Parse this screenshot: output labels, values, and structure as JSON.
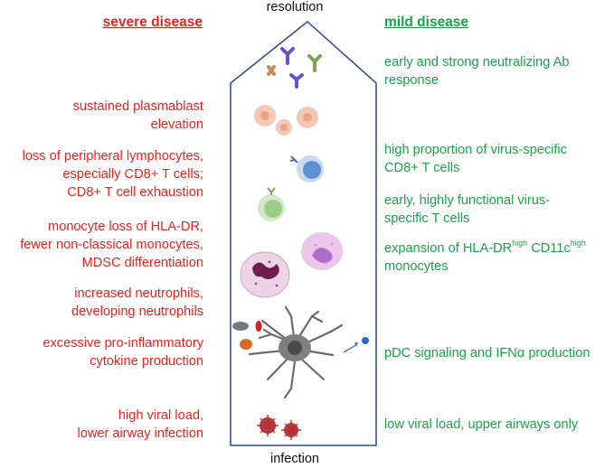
{
  "axis": {
    "top": "resolution",
    "bottom": "infection"
  },
  "left_column": {
    "header": "severe disease",
    "items": [
      {
        "lines": [
          "sustained plasmablast",
          "elevation"
        ]
      },
      {
        "lines": [
          "loss of peripheral lymphocytes,",
          "especially CD8+ T cells;",
          "CD8+ T cell exhaustion"
        ]
      },
      {
        "lines": [
          "monocyte loss of HLA-DR,",
          "fewer non-classical monocytes,",
          "MDSC differentiation"
        ]
      },
      {
        "lines": [
          "increased neutrophils,",
          "developing neutrophils"
        ]
      },
      {
        "lines": [
          "excessive pro-inflammatory",
          "cytokine production"
        ]
      },
      {
        "lines": [
          "high viral load,",
          "lower airway infection"
        ]
      }
    ]
  },
  "right_column": {
    "header": "mild disease",
    "items": [
      {
        "lines": [
          "early and strong neutralizing Ab",
          "response"
        ]
      },
      {
        "lines": [
          "high proportion of virus-specific",
          "CD8+ T cells"
        ]
      },
      {
        "lines": [
          "early, highly functional virus-",
          "specific T cells"
        ]
      },
      {
        "line1_a": "expansion of HLA-DR",
        "line1_sup1": "high",
        "line1_b": " CD11c",
        "line1_sup2": "high",
        "line2": "monocytes"
      },
      {
        "lines": [
          "pDC signaling and IFNα production"
        ]
      },
      {
        "lines": [
          "low viral load, upper airways only"
        ]
      }
    ]
  },
  "colors": {
    "severe": "#e8231f",
    "mild": "#1aa24a",
    "outline": "#2d4a8a"
  }
}
